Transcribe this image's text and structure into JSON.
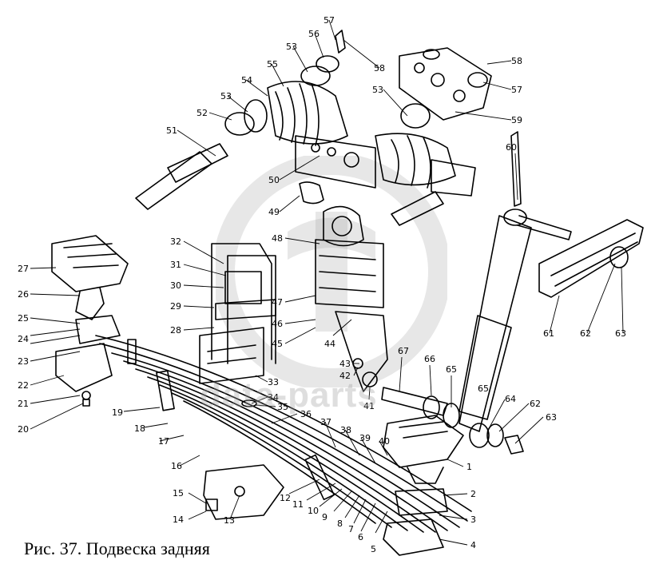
{
  "caption": "Рис. 37. Подвеска задняя",
  "watermark": "data-parts",
  "colors": {
    "ink": "#000000",
    "paper": "#ffffff",
    "watermark": "#b4b4b4"
  },
  "labels": [
    "1",
    "2",
    "3",
    "4",
    "5",
    "6",
    "7",
    "8",
    "9",
    "10",
    "11",
    "12",
    "13",
    "14",
    "15",
    "16",
    "17",
    "18",
    "19",
    "20",
    "21",
    "22",
    "23",
    "24",
    "25",
    "26",
    "27",
    "28",
    "29",
    "30",
    "31",
    "32",
    "33",
    "34",
    "35",
    "36",
    "37",
    "38",
    "39",
    "40",
    "41",
    "42",
    "43",
    "44",
    "45",
    "46",
    "47",
    "48",
    "49",
    "50",
    "51",
    "52",
    "53",
    "54",
    "55",
    "56",
    "57",
    "58",
    "59",
    "60",
    "61",
    "62",
    "63",
    "64",
    "65",
    "66",
    "67"
  ]
}
